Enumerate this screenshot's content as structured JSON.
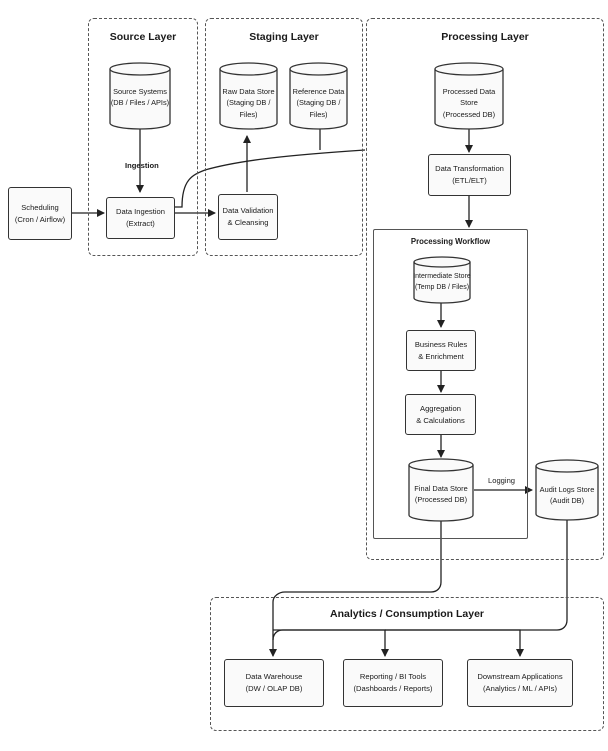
{
  "layers": {
    "source": "Source Layer",
    "staging": "Staging Layer",
    "processing": "Processing Layer",
    "workflow": "Processing Workflow",
    "analytics": "Analytics / Consumption Layer"
  },
  "nodes": {
    "scheduling": {
      "line1": "Scheduling",
      "line2": "(Cron / Airflow)"
    },
    "source_systems": {
      "line1": "Source Systems",
      "line2": "(DB / Files / APIs)"
    },
    "data_ingestion": {
      "line1": "Data Ingestion",
      "line2": "(Extract)"
    },
    "raw_data_store": {
      "line1": "Raw Data Store",
      "line2": "(Staging DB / Files)"
    },
    "reference_data": {
      "line1": "Reference Data",
      "line2": "(Staging DB / Files)"
    },
    "data_validation": {
      "line1": "Data Validation",
      "line2": "& Cleansing"
    },
    "processed_data_store": {
      "line1": "Processed Data Store",
      "line2": "(Processed DB)"
    },
    "data_transformation": {
      "line1": "Data Transformation",
      "line2": "(ETL/ELT)"
    },
    "intermediate_store": {
      "line1": "Intermediate Store",
      "line2": "(Temp DB / Files)"
    },
    "business_rules": {
      "line1": "Business Rules",
      "line2": "& Enrichment"
    },
    "aggregation": {
      "line1": "Aggregation",
      "line2": "& Calculations"
    },
    "final_data_store": {
      "line1": "Final Data Store",
      "line2": "(Processed DB)"
    },
    "audit_logs_store": {
      "line1": "Audit Logs Store",
      "line2": "(Audit DB)"
    },
    "data_warehouse": {
      "line1": "Data Warehouse",
      "line2": "(DW / OLAP DB)"
    },
    "reporting": {
      "line1": "Reporting / BI Tools",
      "line2": "(Dashboards / Reports)"
    },
    "downstream": {
      "line1": "Downstream Applications",
      "line2": "(Analytics / ML / APIs)"
    }
  },
  "edge_labels": {
    "ingestion": "Ingestion",
    "logging": "Logging"
  },
  "colors": {
    "stroke": "#333333",
    "fill": "#fafafa",
    "dashed_border": "#555555"
  }
}
